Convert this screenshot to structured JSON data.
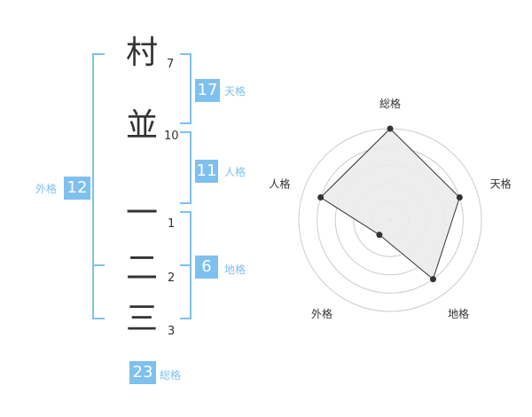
{
  "name": {
    "characters": [
      {
        "char": "村",
        "strokes": "7"
      },
      {
        "char": "並",
        "strokes": "10"
      },
      {
        "char": "一",
        "strokes": "1"
      },
      {
        "char": "二",
        "strokes": "2"
      },
      {
        "char": "三",
        "strokes": "3"
      }
    ]
  },
  "kaku": {
    "tenkaku": {
      "value": "17",
      "label": "天格"
    },
    "jinkaku": {
      "value": "11",
      "label": "人格"
    },
    "chikaku": {
      "value": "6",
      "label": "地格"
    },
    "gaikaku": {
      "value": "12",
      "label": "外格"
    },
    "soukaku": {
      "value": "23",
      "label": "総格"
    }
  },
  "colors": {
    "accent": "#7ec0ee",
    "text": "#333333",
    "grid": "#cccccc",
    "fill": "#e8e8e8"
  },
  "chart_data": {
    "type": "radar",
    "axes": [
      "総格",
      "天格",
      "地格",
      "外格",
      "人格"
    ],
    "scale_levels": 5,
    "values": [
      5,
      4,
      4,
      1,
      4
    ],
    "max": 5
  }
}
